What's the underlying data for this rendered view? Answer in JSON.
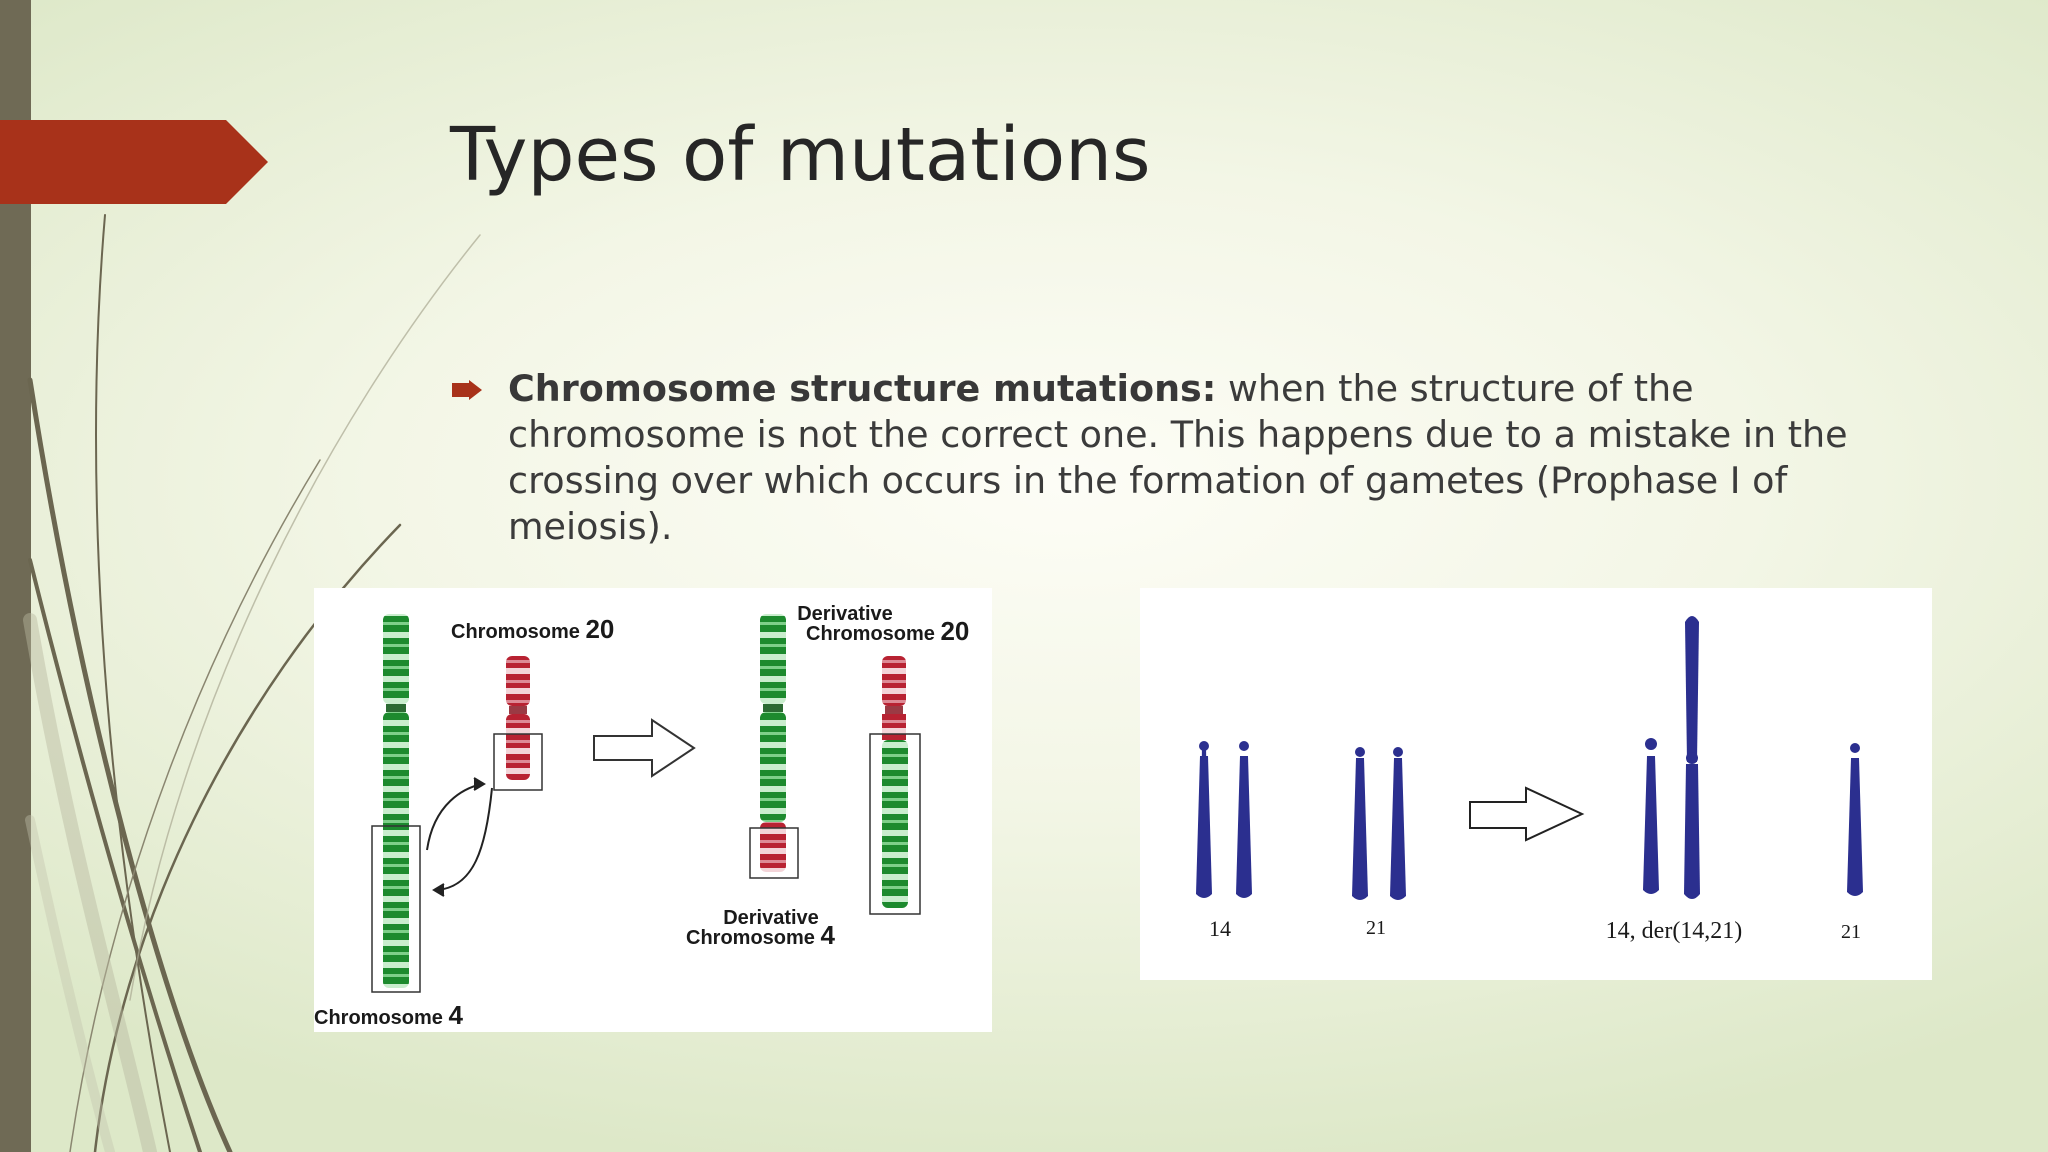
{
  "slide": {
    "title": "Types of mutations",
    "accent_color": "#a8321a",
    "sidebar_color": "#6f6a55",
    "bullet": {
      "icon": "arrow-bullet-icon",
      "bold_term": "Chromosome structure mutations:",
      "text": " when the structure of the chromosome is not the correct one. This happens due to a mistake in the crossing over which occurs in the formation of gametes (Prophase I of meiosis)."
    }
  },
  "figure_translocation": {
    "chromosome_20_label": "Chromosome",
    "chromosome_20_num": "20",
    "chromosome_4_label": "Chromosome",
    "chromosome_4_num": "4",
    "derivative_20_line1": "Derivative",
    "derivative_20_line2": "Chromosome",
    "derivative_20_num": "20",
    "derivative_4_line1": "Derivative",
    "derivative_4_line2": "Chromosome",
    "derivative_4_num": "4",
    "green_color": "#1d8a2e",
    "red_color": "#b82232"
  },
  "figure_robertsonian": {
    "label_14": "14",
    "label_21_left": "21",
    "label_der": "14, der(14,21)",
    "label_21_right": "21",
    "chromosome_color": "#2b2f8f"
  }
}
